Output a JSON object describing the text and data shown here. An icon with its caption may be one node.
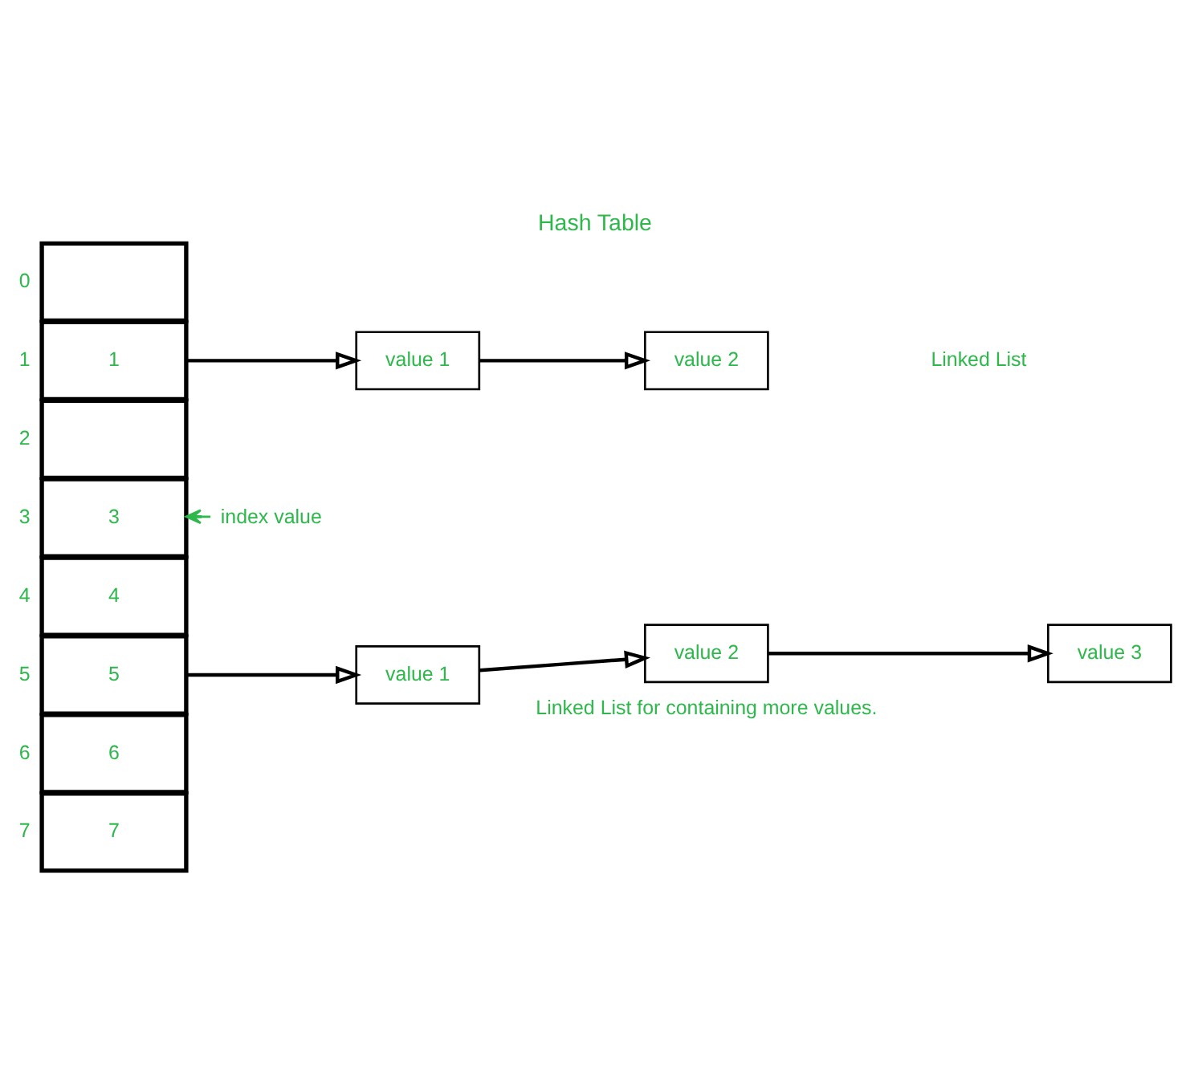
{
  "diagram": {
    "title": "Hash Table",
    "nodes": [
      {
        "text": [],
        "shape": "box",
        "beside": [
          "0"
        ]
      },
      {
        "text": [
          "1"
        ],
        "beside": [
          "1"
        ]
      },
      {
        "text": [],
        "shape": "box",
        "beside": [
          "2"
        ]
      },
      {
        "text": [
          "3"
        ],
        "beside": [
          "3"
        ]
      },
      {
        "text": [
          "4"
        ],
        "beside": [
          "4"
        ]
      },
      {
        "text": [
          "5"
        ],
        "beside": [
          "5"
        ]
      },
      {
        "text": [
          "6"
        ],
        "beside": [
          "6"
        ]
      },
      {
        "text": [
          "7"
        ],
        "beside": [
          "7"
        ]
      },
      {
        "text": [
          "value 1"
        ]
      },
      {
        "text": [
          "value 2"
        ]
      },
      {
        "text": [
          "value 1"
        ]
      },
      {
        "text": [
          "value 2"
        ]
      },
      {
        "text": [
          "value 3"
        ]
      },
      {
        "text": [
          "index value"
        ]
      }
    ],
    "edges": [
      {
        "from": 1,
        "to": 8,
        "arrow": "to"
      },
      {
        "from": 8,
        "to": 9,
        "arrow": "to"
      },
      {
        "from": 5,
        "to": 10,
        "arrow": "to"
      },
      {
        "from": 10,
        "to": 11,
        "arrow": "to"
      },
      {
        "from": 11,
        "to": 12,
        "arrow": "to"
      },
      {
        "from": 13,
        "to": 3,
        "arrow": "to",
        "color": "#2eb84b"
      }
    ],
    "labels": [
      "Linked List",
      "Linked List for containing more values."
    ]
  }
}
